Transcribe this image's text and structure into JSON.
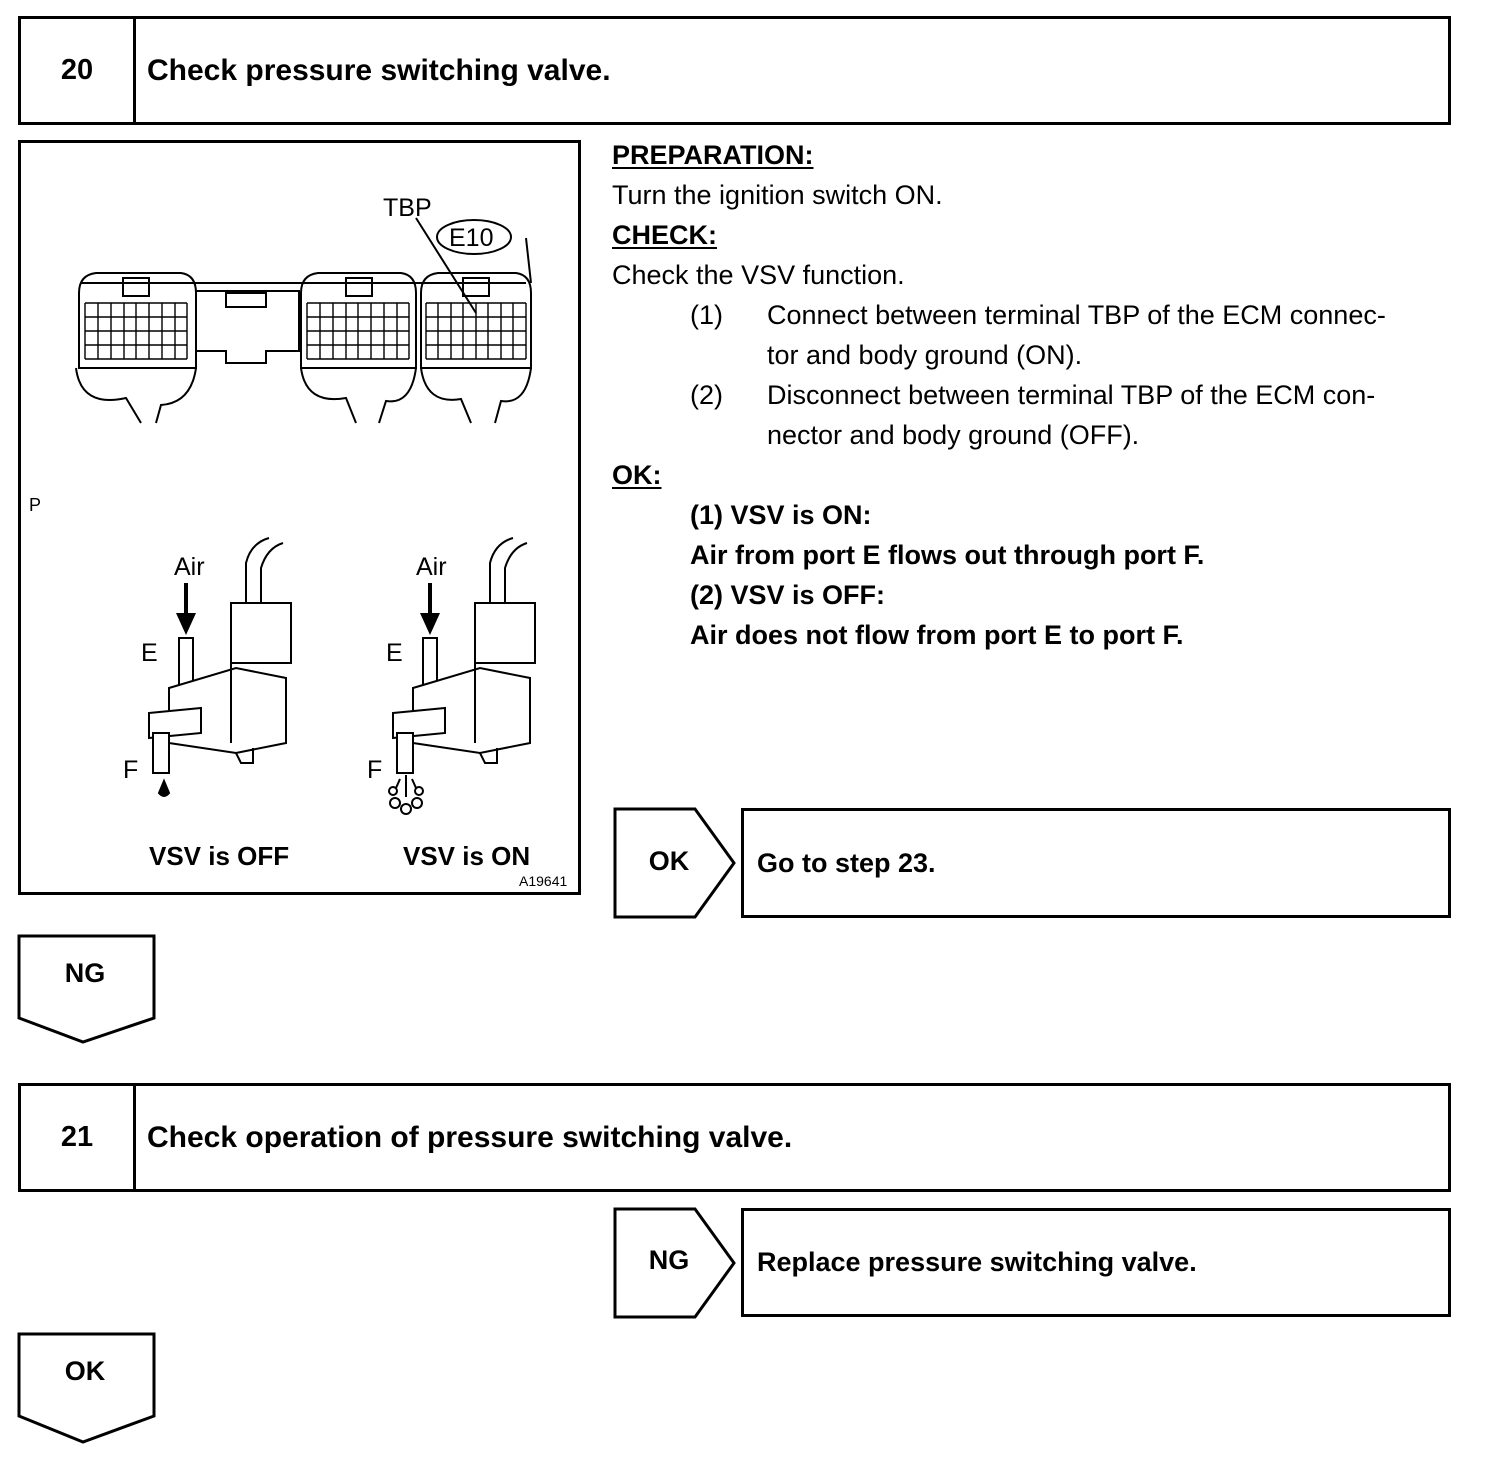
{
  "step20": {
    "number": "20",
    "title": "Check pressure switching valve."
  },
  "figure": {
    "label_tbp": "TBP",
    "label_e10": "E10",
    "margin_mark": "P",
    "label_air_left": "Air",
    "label_air_right": "Air",
    "label_e_left": "E",
    "label_e_right": "E",
    "label_f_left": "F",
    "label_f_right": "F",
    "caption_off": "VSV is OFF",
    "caption_on": "VSV is ON",
    "figure_code": "A19641"
  },
  "instructions": {
    "preparation_heading": "PREPARATION:",
    "preparation_text": "Turn the ignition switch ON.",
    "check_heading": "CHECK:",
    "check_text": "Check the VSV function.",
    "items": [
      {
        "num": "(1)",
        "line1": "Connect between terminal TBP of the ECM connec-",
        "line2": "tor and body ground (ON)."
      },
      {
        "num": "(2)",
        "line1": "Disconnect between terminal TBP of the ECM con-",
        "line2": "nector and body ground (OFF)."
      }
    ],
    "ok_heading": "OK:",
    "ok_lines": [
      "(1) VSV is ON:",
      "Air from port E flows out through port F.",
      "(2) VSV is OFF:",
      "Air does not flow from port E to port F."
    ]
  },
  "result20": {
    "badge": "OK",
    "text": "Go to step 23."
  },
  "flow20": {
    "badge": "NG"
  },
  "step21": {
    "number": "21",
    "title": "Check operation of pressure switching valve."
  },
  "result21": {
    "badge": "NG",
    "text": "Replace pressure switching valve."
  },
  "flow21": {
    "badge": "OK"
  }
}
